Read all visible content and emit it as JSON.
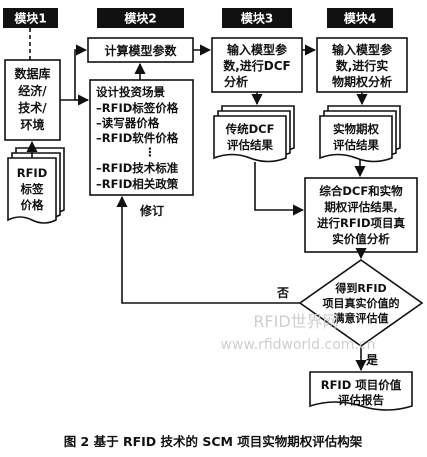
{
  "diagram": {
    "modules": [
      "模块1",
      "模块2",
      "模块3",
      "模块4"
    ],
    "env_box": [
      "数据库",
      "经济/",
      "技术/",
      "环境"
    ],
    "rfid_tag_doc": [
      "RFID",
      "标签",
      "价格"
    ],
    "calc_model_params": "计算模型参数",
    "scenario_box": [
      "设计投资场景",
      "–RFID标签价格",
      "–读写器价格",
      "–RFID软件价格",
      "⋮",
      "–RFID技术标准",
      "–RFID相关政策"
    ],
    "dcf_input": [
      "输入模型参",
      "数,进行DCF",
      "分析"
    ],
    "ro_input": [
      "输入模型参",
      "数,进行实",
      "物期权分析"
    ],
    "dcf_result": [
      "传统DCF",
      "评估结果"
    ],
    "ro_result": [
      "实物期权",
      "评估结果"
    ],
    "combined": [
      "综合DCF和实物",
      "期权评估结果,",
      "进行RFID项目真",
      "实价值分析"
    ],
    "decision": [
      "得到RFID",
      "项目真实价值的",
      "满意评估值"
    ],
    "report": [
      "RFID 项目价值",
      "评估报告"
    ],
    "label_revise": "修订",
    "label_no": "否",
    "label_yes": "是",
    "watermark_1": "RFID世界网",
    "watermark_2": "www.rfidworld.com.cn",
    "caption": "图 2   基于 RFID 技术的 SCM 项目实物期权评估构架"
  }
}
